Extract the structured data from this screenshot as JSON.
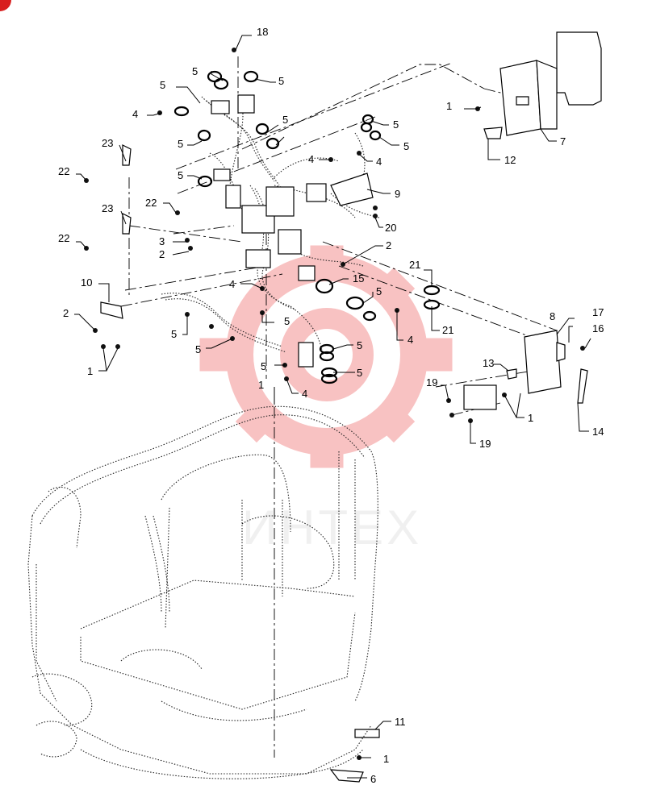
{
  "watermark": {
    "text": "ИНТЕХ",
    "color": "#f07a7a"
  },
  "corner_badge_color": "#d81e1e",
  "callouts": [
    {
      "id": "c18",
      "label": "18"
    },
    {
      "id": "c5a",
      "label": "5"
    },
    {
      "id": "c5b",
      "label": "5"
    },
    {
      "id": "c5c",
      "label": "5"
    },
    {
      "id": "c4a",
      "label": "4"
    },
    {
      "id": "c5d",
      "label": "5"
    },
    {
      "id": "c5e",
      "label": "5"
    },
    {
      "id": "c1a",
      "label": "1"
    },
    {
      "id": "c7",
      "label": "7"
    },
    {
      "id": "c12",
      "label": "12"
    },
    {
      "id": "c5f",
      "label": "5"
    },
    {
      "id": "c5g",
      "label": "5"
    },
    {
      "id": "c23a",
      "label": "23"
    },
    {
      "id": "c22a",
      "label": "22"
    },
    {
      "id": "c4b",
      "label": "4"
    },
    {
      "id": "c4c",
      "label": "4"
    },
    {
      "id": "c5h",
      "label": "5"
    },
    {
      "id": "c9",
      "label": "9"
    },
    {
      "id": "c22b",
      "label": "22"
    },
    {
      "id": "c23b",
      "label": "23"
    },
    {
      "id": "c20",
      "label": "20"
    },
    {
      "id": "c22c",
      "label": "22"
    },
    {
      "id": "c3",
      "label": "3"
    },
    {
      "id": "c2a",
      "label": "2"
    },
    {
      "id": "c2b",
      "label": "2"
    },
    {
      "id": "c21a",
      "label": "21"
    },
    {
      "id": "c10",
      "label": "10"
    },
    {
      "id": "c15",
      "label": "15"
    },
    {
      "id": "c4d",
      "label": "4"
    },
    {
      "id": "c5i",
      "label": "5"
    },
    {
      "id": "c8",
      "label": "8"
    },
    {
      "id": "c17",
      "label": "17"
    },
    {
      "id": "c16",
      "label": "16"
    },
    {
      "id": "c2c",
      "label": "2"
    },
    {
      "id": "c5j",
      "label": "5"
    },
    {
      "id": "c4e",
      "label": "4"
    },
    {
      "id": "c21b",
      "label": "21"
    },
    {
      "id": "c5k",
      "label": "5"
    },
    {
      "id": "c5l",
      "label": "5"
    },
    {
      "id": "c13",
      "label": "13"
    },
    {
      "id": "c5m",
      "label": "5"
    },
    {
      "id": "c1b",
      "label": "1"
    },
    {
      "id": "c5n",
      "label": "5"
    },
    {
      "id": "c5o",
      "label": "5"
    },
    {
      "id": "c19a",
      "label": "19"
    },
    {
      "id": "c4f",
      "label": "4"
    },
    {
      "id": "c1c",
      "label": "1"
    },
    {
      "id": "c1d",
      "label": "1"
    },
    {
      "id": "c14",
      "label": "14"
    },
    {
      "id": "c19b",
      "label": "19"
    },
    {
      "id": "c11",
      "label": "11"
    },
    {
      "id": "c1e",
      "label": "1"
    },
    {
      "id": "c6",
      "label": "6"
    }
  ]
}
